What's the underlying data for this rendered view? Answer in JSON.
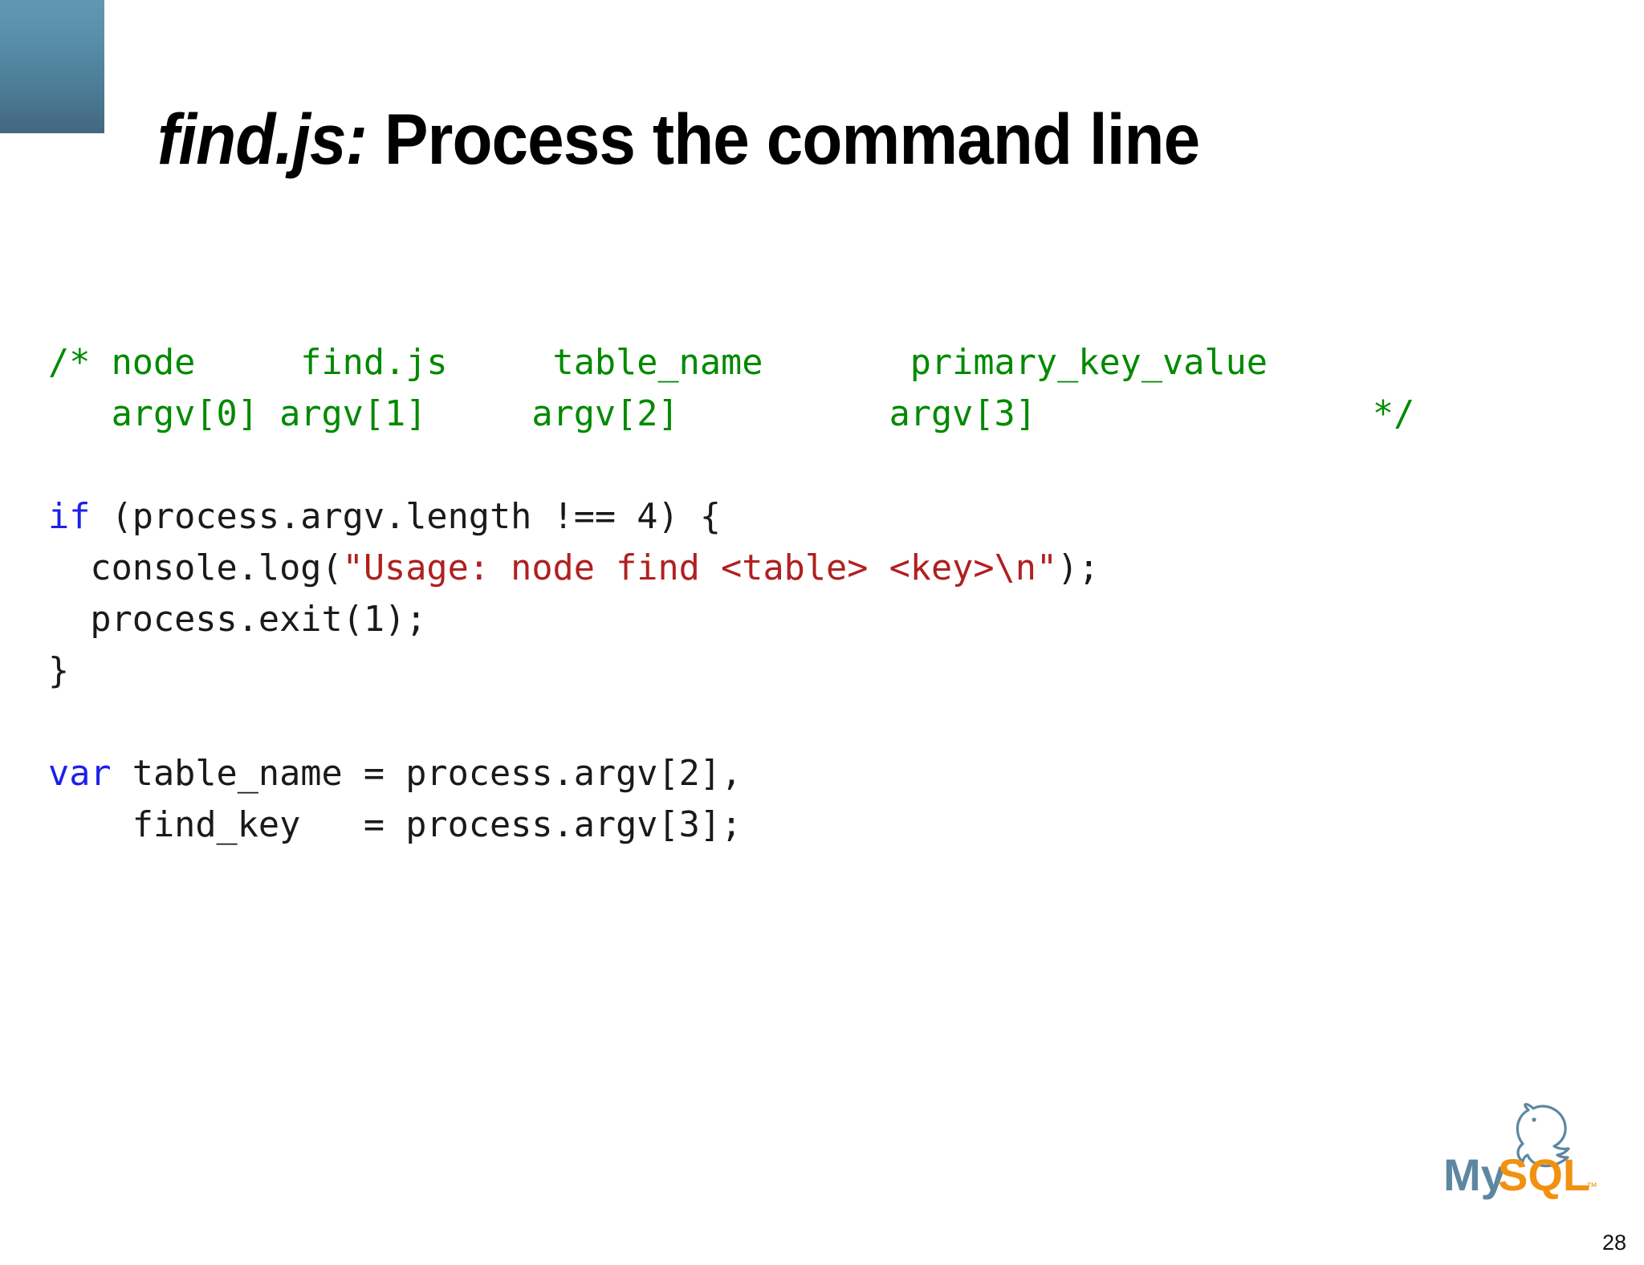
{
  "slide": {
    "title_emphasis": "find.js:",
    "title_rest": " Process the command line",
    "page_number": "28",
    "background_color": "#ffffff",
    "accent_block_color_top": "#6197b0",
    "accent_block_color_bottom": "#44677f"
  },
  "colors": {
    "comment_green": "#008a00",
    "keyword_blue": "#1f1fe8",
    "string_red": "#b02020",
    "code_black": "#1a1a1a",
    "mysql_blue": "#5d87a1",
    "mysql_orange": "#f29111"
  },
  "code": {
    "language": "javascript",
    "lines": [
      {
        "tokens": [
          {
            "text": "/* node     find.js     table_name       primary_key_value",
            "cls": "tok-comment"
          }
        ]
      },
      {
        "tokens": [
          {
            "text": "   argv[0] argv[1]     argv[2]          argv[3]                */",
            "cls": "tok-comment"
          }
        ]
      },
      {
        "tokens": [
          {
            "text": "",
            "cls": "tok-plain"
          }
        ]
      },
      {
        "tokens": [
          {
            "text": "if",
            "cls": "tok-keyword"
          },
          {
            "text": " (process.argv.length !== 4) {",
            "cls": "tok-plain"
          }
        ]
      },
      {
        "tokens": [
          {
            "text": "  console.log(",
            "cls": "tok-plain"
          },
          {
            "text": "\"Usage: node find <table> <key>\\n\"",
            "cls": "tok-string"
          },
          {
            "text": ");",
            "cls": "tok-plain"
          }
        ]
      },
      {
        "tokens": [
          {
            "text": "  process.exit(1);",
            "cls": "tok-plain"
          }
        ]
      },
      {
        "tokens": [
          {
            "text": "}",
            "cls": "tok-plain"
          }
        ]
      },
      {
        "tokens": [
          {
            "text": "",
            "cls": "tok-plain"
          }
        ]
      },
      {
        "tokens": [
          {
            "text": "var",
            "cls": "tok-keyword"
          },
          {
            "text": " table_name = process.argv[2],",
            "cls": "tok-plain"
          }
        ]
      },
      {
        "tokens": [
          {
            "text": "    find_key   = process.argv[3];",
            "cls": "tok-plain"
          }
        ]
      }
    ]
  },
  "logo": {
    "name": "mysql-logo",
    "word_my": "My",
    "word_sql": "SQL",
    "trademark": "™"
  }
}
